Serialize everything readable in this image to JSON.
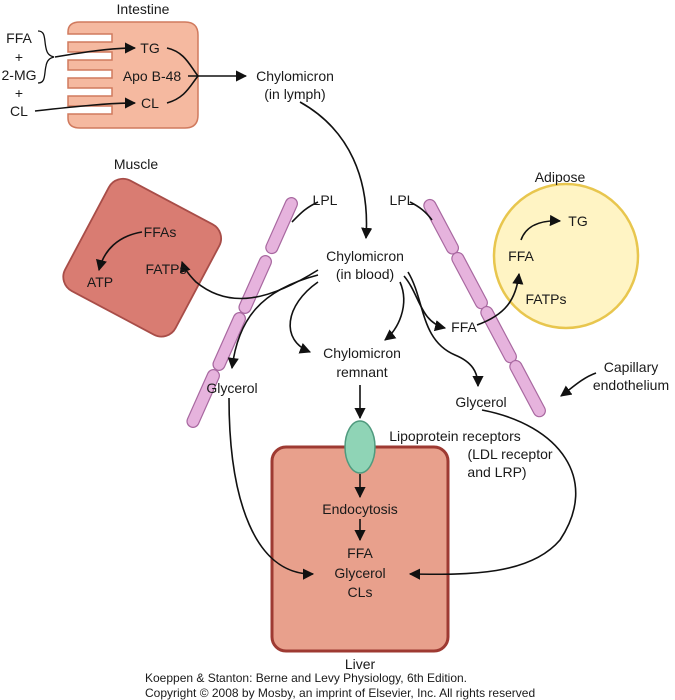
{
  "intestine": {
    "title": "Intestine",
    "inputs": [
      "FFA",
      "+",
      "2-MG",
      "+",
      "CL"
    ],
    "tg": "TG",
    "apo": "Apo B-48",
    "cl": "CL"
  },
  "chylomicron_lymph": [
    "Chylomicron",
    "(in lymph)"
  ],
  "muscle": {
    "title": "Muscle",
    "ffas": "FFAs",
    "atp": "ATP",
    "fatps": "FATPs"
  },
  "lpl_left": "LPL",
  "lpl_right": "LPL",
  "adipose": {
    "title": "Adipose",
    "tg": "TG",
    "ffa": "FFA",
    "fatps": "FATPs"
  },
  "chylomicron_blood": [
    "Chylomicron",
    "(in blood)"
  ],
  "ffa_mid": "FFA",
  "remnant": [
    "Chylomicron",
    "remnant"
  ],
  "capillary": [
    "Capillary",
    "endothelium"
  ],
  "glycerol_left": "Glycerol",
  "glycerol_right": "Glycerol",
  "receptors": [
    "Lipoprotein receptors",
    "(LDL receptor",
    "and LRP)"
  ],
  "liver": {
    "endocytosis": "Endocytosis",
    "products": [
      "FFA",
      "Glycerol",
      "CLs"
    ],
    "title": "Liver"
  },
  "credit": [
    "Koeppen & Stanton: Berne and Levy Physiology, 6th Edition.",
    "Copyright © 2008 by Mosby, an imprint of Elsevier, Inc. All rights reserved"
  ],
  "colors": {
    "intestine_fill": "#f5b9a0",
    "intestine_stroke": "#d07a5e",
    "muscle_fill": "#d97c72",
    "muscle_stroke": "#a84d48",
    "liver_fill": "#e8a08c",
    "liver_stroke": "#9e3a32",
    "adipose_fill": "#fff4c4",
    "adipose_stroke": "#e8c64e",
    "capillary_fill": "#e6b3dd",
    "capillary_stroke": "#a868a0",
    "receptor_fill": "#8fd4b6",
    "receptor_stroke": "#4f9a7e"
  }
}
